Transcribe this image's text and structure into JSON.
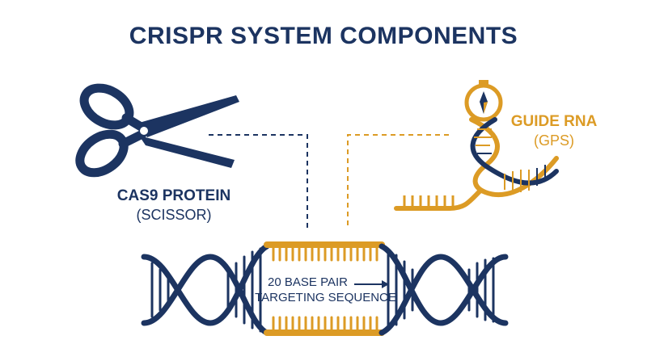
{
  "title": "CRISPR SYSTEM COMPONENTS",
  "cas9": {
    "name": "CAS9 PROTEIN",
    "metaphor": "(SCISSOR)"
  },
  "guide": {
    "name": "GUIDE RNA",
    "metaphor": "(GPS)"
  },
  "target": {
    "line1": "20 BASE PAIR",
    "line2": "TARGETING SEQUENCE"
  },
  "colors": {
    "navy": "#1c3461",
    "gold": "#dc9b25"
  },
  "icons": [
    "scissors-icon",
    "compass-icon",
    "rna-helix-icon",
    "dna-double-helix-icon",
    "arrow-right-icon"
  ]
}
